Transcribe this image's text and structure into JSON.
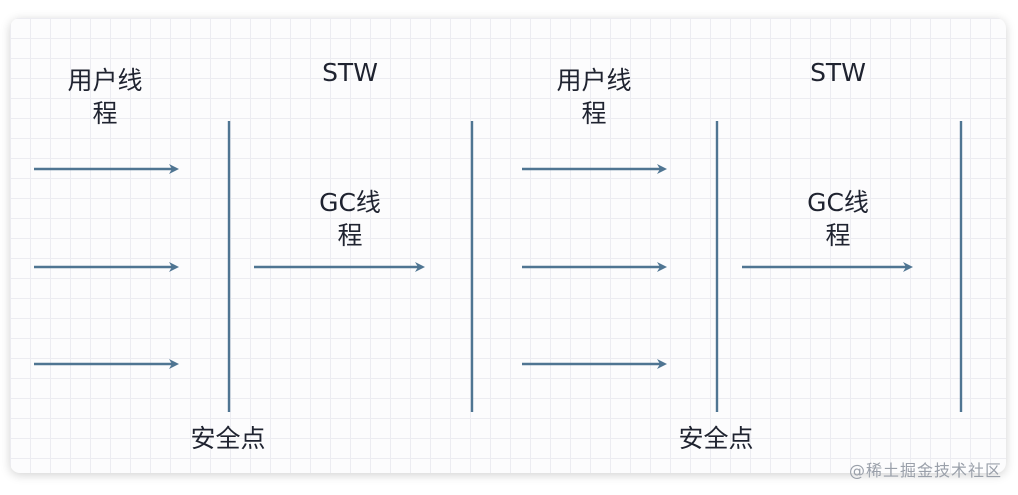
{
  "colors": {
    "line": "#4f7592",
    "text": "#1f2330",
    "grid": "#ececf1"
  },
  "panels": [
    {
      "user_thread_line1": "用户线",
      "user_thread_line2": "程",
      "stw": "STW",
      "gc_thread_line1": "GC线",
      "gc_thread_line2": "程",
      "safepoint": "安全点"
    },
    {
      "user_thread_line1": "用户线",
      "user_thread_line2": "程",
      "stw": "STW",
      "gc_thread_line1": "GC线",
      "gc_thread_line2": "程",
      "safepoint": "安全点"
    }
  ],
  "watermark": "@稀土掘金技术社区"
}
